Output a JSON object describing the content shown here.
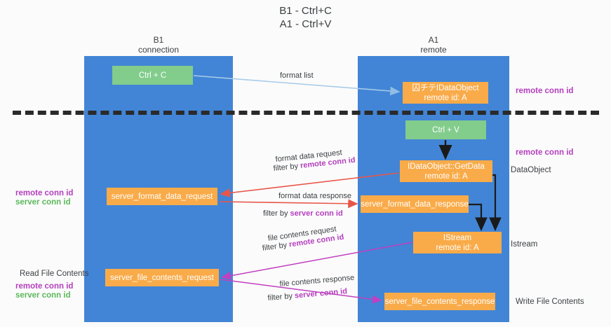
{
  "title": {
    "line1": "B1 - Ctrl+C",
    "line2": "A1 - Ctrl+V"
  },
  "lanes": [
    {
      "name": "B1",
      "sub": "connection",
      "color": "#4285d6"
    },
    {
      "name": "A1",
      "sub": "remote",
      "color": "#4285d6"
    }
  ],
  "colors": {
    "lane": "#4285d6",
    "green_box": "#82cc8c",
    "orange_box": "#f9ab49",
    "magenta": "#b43fbe",
    "green_text": "#5cb85c",
    "blue_arrow": "#a8cbe8",
    "red_arrow": "#e8564a",
    "black_arrow": "#1a1a1a",
    "dashed_divider": "#2a2a2a"
  },
  "boxes": {
    "ctrl_c": "Ctrl + C",
    "idataobject_title": "囚チテIDataObject",
    "idataobject_sub": "remote id: A",
    "ctrl_v": "Ctrl + V",
    "getdata_title": "IDataObject::GetData",
    "getdata_sub": "remote id: A",
    "server_format_data_request": "server_format_data_request",
    "server_format_data_response": "server_format_data_response",
    "istream_title": "IStream",
    "istream_sub": "remote id: A",
    "server_file_contents_request": "server_file_contents_request",
    "server_file_contents_response": "server_file_contents_response"
  },
  "edges": {
    "format_list": "format list",
    "format_data_request": "format data request",
    "format_data_request_filter_prefix": "filter by ",
    "format_data_request_filter_key": "remote conn id",
    "format_data_response": "format data response",
    "format_data_response_filter_prefix": "filter by ",
    "format_data_response_filter_key": "server conn id",
    "file_contents_request": "file contents request",
    "file_contents_request_filter_prefix": "filter by ",
    "file_contents_request_filter_key": "remote conn id",
    "file_contents_response": "file contents response",
    "file_contents_response_filter_prefix": "filter by ",
    "file_contents_response_filter_key": "server conn id"
  },
  "side_labels": {
    "right_remote_conn_top": "remote conn id",
    "right_remote_conn_mid": "remote conn id",
    "right_dataobject": "DataObject",
    "right_istream": "Istream",
    "right_write_file_contents": "Write File Contents",
    "left_remote_conn_1": "remote conn id",
    "left_server_conn_1": "server conn id",
    "left_read_file_contents": "Read File Contents",
    "left_remote_conn_2": "remote conn id",
    "left_server_conn_2": "server conn id"
  }
}
